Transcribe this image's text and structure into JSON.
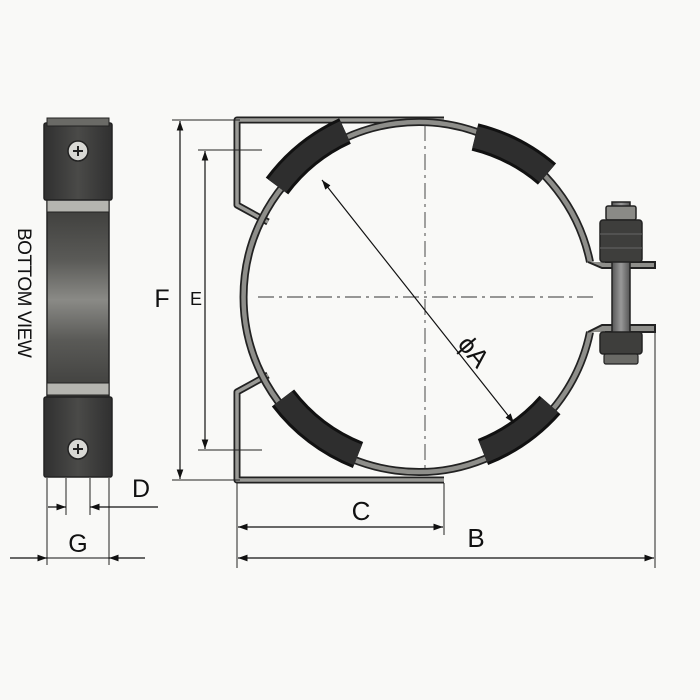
{
  "view_label": "BOTTOM VIEW",
  "dimensions": {
    "A": "ϕA",
    "B": "B",
    "C": "C",
    "D": "D",
    "E": "E",
    "F": "F",
    "G": "G"
  },
  "colors": {
    "background": "#f9f9f7",
    "line": "#222222",
    "steel": "#8e8e8a",
    "rubber": "#2a2a2a",
    "dark_metal": "#3e3e3c"
  }
}
